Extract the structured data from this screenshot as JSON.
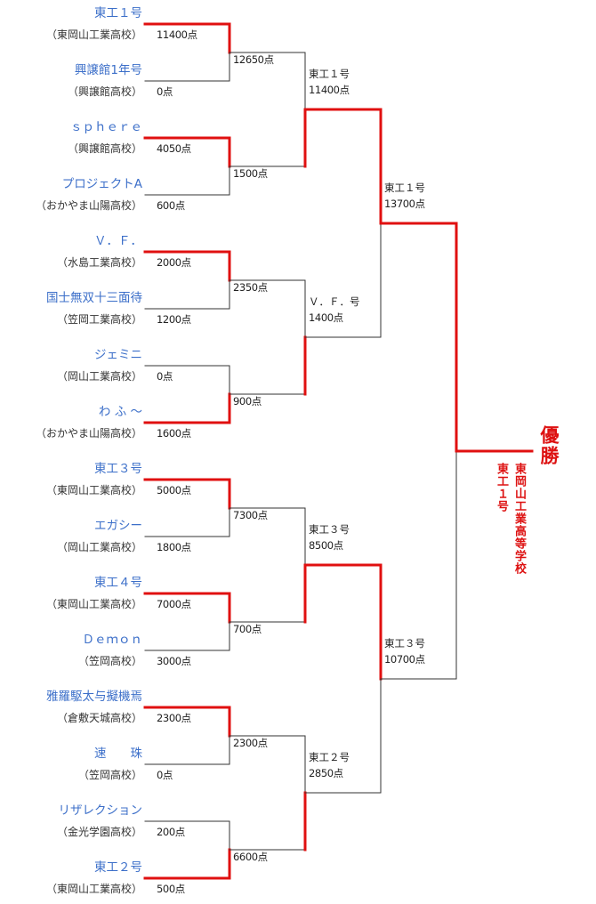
{
  "entries": [
    {
      "team": "東工１号",
      "school": "（東岡山工業高校）",
      "score": "11400点",
      "win": true
    },
    {
      "team": "興譲館1年号",
      "school": "（興譲館高校）",
      "score": "0点",
      "win": false
    },
    {
      "team": "ｓｐｈｅｒｅ",
      "school": "（興譲館高校）",
      "score": "4050点",
      "win": true
    },
    {
      "team": "プロジェクトA",
      "school": "（おかやま山陽高校）",
      "score": "600点",
      "win": false
    },
    {
      "team": "Ｖ．Ｆ．",
      "school": "（水島工業高校）",
      "score": "2000点",
      "win": true
    },
    {
      "team": "国士無双十三面待",
      "school": "（笠岡工業高校）",
      "score": "1200点",
      "win": false
    },
    {
      "team": "ジェミニ",
      "school": "（岡山工業高校）",
      "score": "0点",
      "win": false
    },
    {
      "team": "わ ふ ～",
      "school": "（おかやま山陽高校）",
      "score": "1600点",
      "win": true
    },
    {
      "team": "東工３号",
      "school": "（東岡山工業高校）",
      "score": "5000点",
      "win": true
    },
    {
      "team": "エガシー",
      "school": "（岡山工業高校）",
      "score": "1800点",
      "win": false
    },
    {
      "team": "東工４号",
      "school": "（東岡山工業高校）",
      "score": "7000点",
      "win": true
    },
    {
      "team": "Ｄｅｍｏｎ",
      "school": "（笠岡高校）",
      "score": "3000点",
      "win": false
    },
    {
      "team": "雅羅駆太与擬機焉",
      "school": "（倉敷天城高校）",
      "score": "2300点",
      "win": true
    },
    {
      "team": "速　　珠",
      "school": "（笠岡高校）",
      "score": "0点",
      "win": false
    },
    {
      "team": "リザレクション",
      "school": "（金光学園高校）",
      "score": "200点",
      "win": false
    },
    {
      "team": "東工２号",
      "school": "（東岡山工業高校）",
      "score": "500点",
      "win": true
    }
  ],
  "round2": [
    {
      "score": "12650点",
      "win": false
    },
    {
      "score": "1500点",
      "win": false
    },
    {
      "score": "2350点",
      "win": false
    },
    {
      "score": "900点",
      "win": false
    },
    {
      "score": "7300点",
      "win": false
    },
    {
      "score": "700点",
      "win": false
    },
    {
      "score": "2300点",
      "win": false
    },
    {
      "score": "6600点",
      "win": false
    }
  ],
  "round3": [
    {
      "team": "東工１号",
      "score": "11400点",
      "win": true
    },
    {
      "team": "Ｖ．Ｆ．号",
      "score": "1400点",
      "win": false
    },
    {
      "team": "東工３号",
      "score": "8500点",
      "win": true
    },
    {
      "team": "東工２号",
      "score": "2850点",
      "win": false
    }
  ],
  "round4": [
    {
      "team": "東工１号",
      "score": "13700点",
      "win": true
    },
    {
      "team": "東工３号",
      "score": "10700点",
      "win": false
    }
  ],
  "champion": {
    "title": "優勝",
    "school": "東岡山工業高等学校",
    "team": "東工１号"
  },
  "colors": {
    "win_line": "#e01010",
    "lose_line": "#333333",
    "team_text": "#3c6fc9",
    "champion_text": "#dd1111"
  }
}
